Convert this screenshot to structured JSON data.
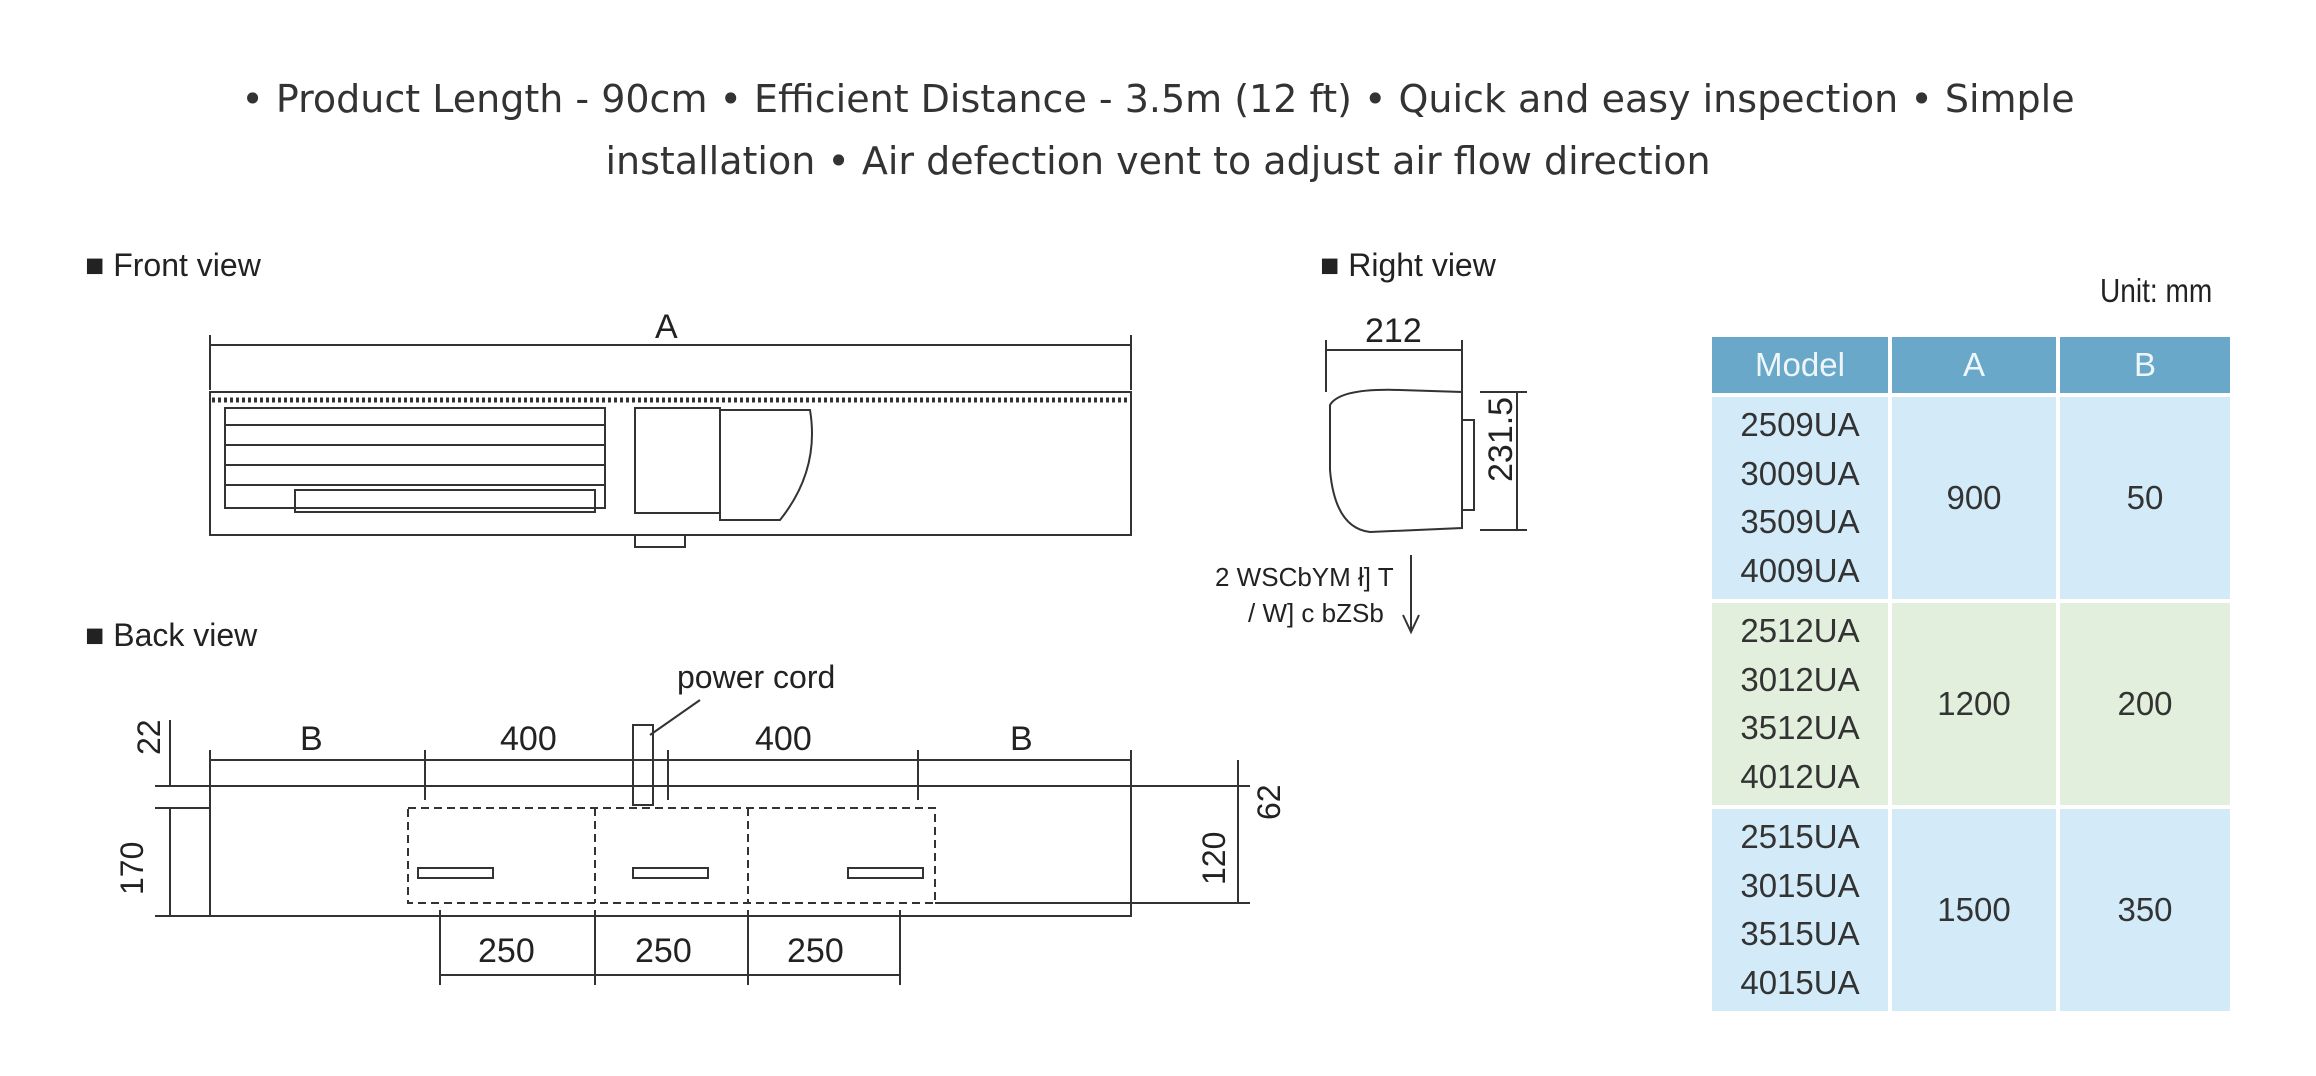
{
  "intro": "• Product Length - 90cm • Efficient Distance - 3.5m (12 ft) • Quick and easy inspection • Simple installation • Air defection vent to adjust air flow direction",
  "drawing": {
    "front_view_label": "■ Front view",
    "right_view_label": "■ Right view",
    "back_view_label": "■ Back view",
    "dim_a": "A",
    "dim_212": "212",
    "dim_231_5": "231.5",
    "garbled_line1": "2 WSCbYM ł] T",
    "garbled_line2": "/ W] c bZSb",
    "power_cord": "power cord",
    "dim_b": "B",
    "dim_400": "400",
    "dim_22": "22",
    "dim_170": "170",
    "dim_62": "62",
    "dim_120": "120",
    "dim_250": "250"
  },
  "unit": "Unit: mm",
  "table": {
    "headers": [
      "Model",
      "A",
      "B"
    ],
    "groups": [
      {
        "models": [
          "2509UA",
          "3009UA",
          "3509UA",
          "4009UA"
        ],
        "a": "900",
        "b": "50"
      },
      {
        "models": [
          "2512UA",
          "3012UA",
          "3512UA",
          "4012UA"
        ],
        "a": "1200",
        "b": "200"
      },
      {
        "models": [
          "2515UA",
          "3015UA",
          "3515UA",
          "4015UA"
        ],
        "a": "1500",
        "b": "350"
      }
    ]
  }
}
